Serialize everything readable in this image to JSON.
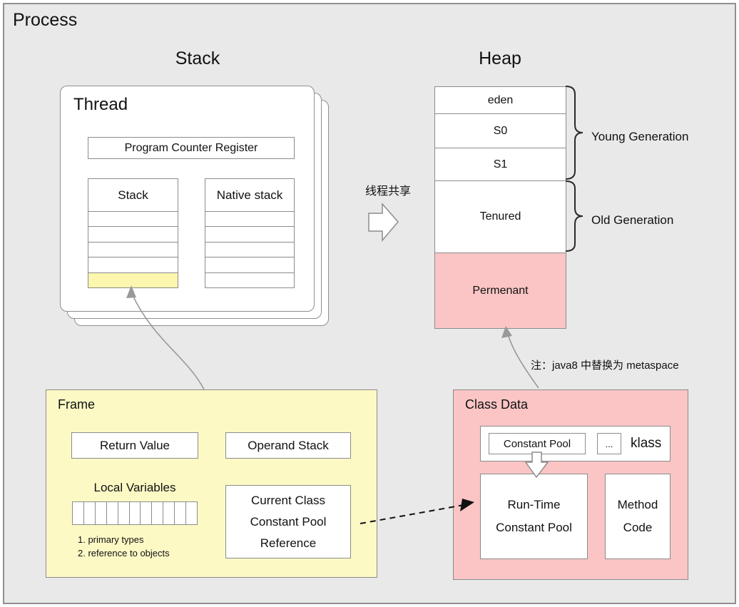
{
  "colors": {
    "background": "#e9e9e9",
    "card_white": "#ffffff",
    "highlight_yellow": "#fcf6ae",
    "frame_yellow": "#fcf9c5",
    "perm_pink": "#fbc5c5",
    "border_gray": "#8c8c8c",
    "arrow_gray": "#999999"
  },
  "process": {
    "title": "Process"
  },
  "stack_section": {
    "title": "Stack",
    "thread": {
      "title": "Thread",
      "pcr_label": "Program Counter Register",
      "stack_table": {
        "header": "Stack"
      },
      "native_table": {
        "header": "Native stack"
      }
    }
  },
  "thread_share_label": "线程共享",
  "heap_section": {
    "title": "Heap",
    "rows": [
      {
        "label": "eden"
      },
      {
        "label": "S0"
      },
      {
        "label": "S1"
      },
      {
        "label": "Tenured"
      },
      {
        "label": "Permenant"
      }
    ],
    "young_generation_label": "Young Generation",
    "old_generation_label": "Old Generation",
    "note": "注：java8 中替换为 metaspace"
  },
  "frame": {
    "title": "Frame",
    "return_value": "Return Value",
    "operand_stack": "Operand Stack",
    "local_variables": "Local Variables",
    "notes": [
      "1. primary types",
      "2. reference to objects"
    ],
    "current_class_lines": [
      "Current Class",
      "Constant Pool",
      "Reference"
    ]
  },
  "class_data": {
    "title": "Class Data",
    "constant_pool": "Constant  Pool",
    "ellipsis": "...",
    "klass": "klass",
    "runtime_lines": [
      "Run-Time",
      "Constant Pool"
    ],
    "method_lines": [
      "Method",
      "Code"
    ]
  }
}
